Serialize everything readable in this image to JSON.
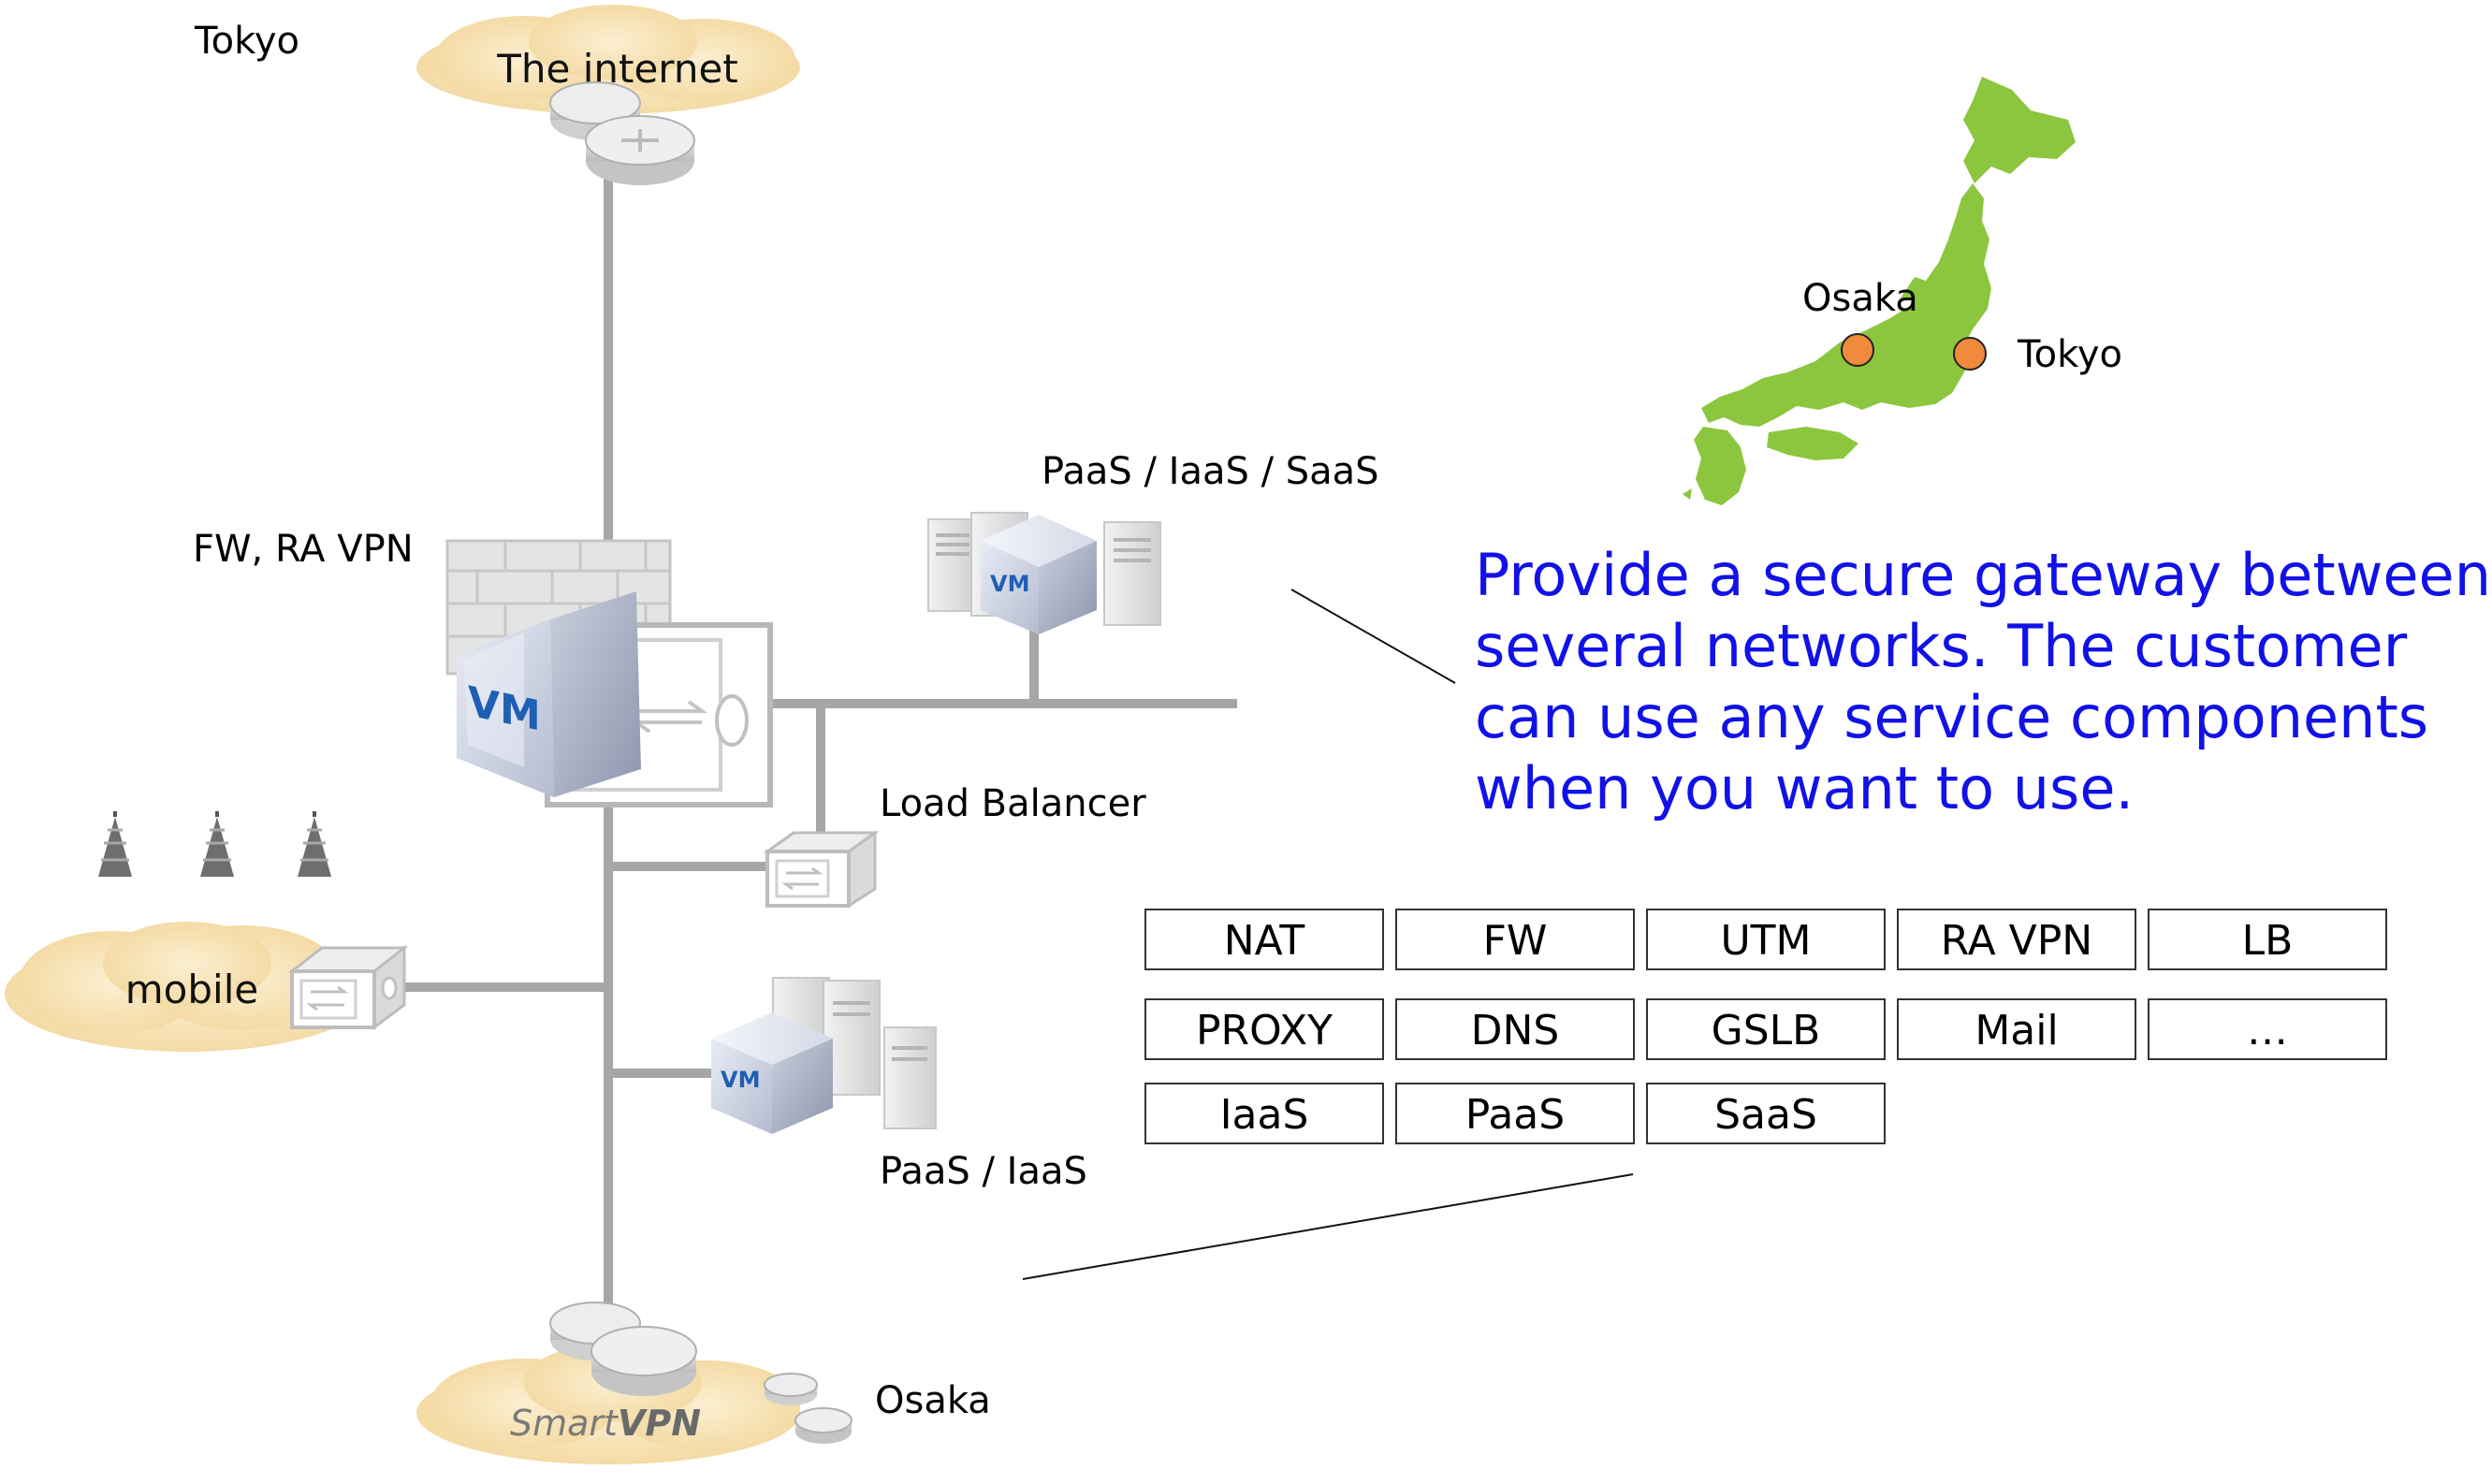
{
  "labels": {
    "tokyo_top": "Tokyo",
    "internet": "The internet",
    "fw_ravpn": "FW, RA VPN",
    "paas_iaas_saas": "PaaS / IaaS / SaaS",
    "load_balancer": "Load Balancer",
    "mobile": "mobile",
    "paas_iaas": "PaaS / IaaS",
    "osaka_bottom": "Osaka",
    "map_osaka": "Osaka",
    "map_tokyo": "Tokyo"
  },
  "brand": {
    "smart": "Smart",
    "vpn": "VPN"
  },
  "vm_badge": "VM",
  "description_lines": [
    "Provide a secure gateway between",
    "several networks. The customer",
    "can use any service components",
    "when you want to use."
  ],
  "services": [
    [
      "NAT",
      "FW",
      "UTM",
      "RA VPN",
      "LB"
    ],
    [
      "PROXY",
      "DNS",
      "GSLB",
      "Mail",
      "…"
    ],
    [
      "IaaS",
      "PaaS",
      "SaaS"
    ]
  ],
  "colors": {
    "cloud": "#f7e3b5",
    "network_line": "#a6a6a6",
    "description": "#1111e8",
    "map_land": "#8cc63f",
    "map_marker": "#f08a3c"
  }
}
